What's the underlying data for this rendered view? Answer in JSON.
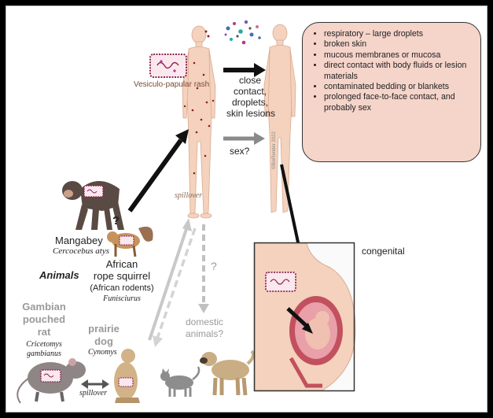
{
  "labels": {
    "close_contact": [
      "close",
      "contact,",
      "droplets,",
      "skin lesions"
    ],
    "sex": "sex?",
    "rash": "Vesiculo-papular rash",
    "spillover_top": "spillover",
    "watermark": "©BioRender 2022",
    "question_top": "?",
    "question_mid": "?",
    "mangabey": "Mangabey",
    "mangabey_sci": "Cercocebus atys",
    "animals": "Animals",
    "african": "African",
    "rope_squirrel": "rope squirrel",
    "african_rodents": "(African rodents)",
    "funisciurus": "Funisciurus",
    "gambian": [
      "Gambian",
      "pouched",
      "rat"
    ],
    "cricetomys": [
      "Cricetomys",
      "gambianus"
    ],
    "prairie": "prairie",
    "dog": "dog",
    "cynomys": "Cynomys",
    "domestic": [
      "domestic",
      "animals?"
    ],
    "spillover_bottom": "spillover",
    "congenital": "congenital"
  },
  "transmission_routes": [
    "respiratory – large droplets",
    "broken skin",
    "mucous membranes or mucosa",
    "direct contact with body fluids or lesion materials",
    "contaminated bedding or blankets",
    "prolonged face-to-face contact, and probably sex"
  ],
  "colors": {
    "skin": "#f4d2bd",
    "box_fill": "#f5d4ca",
    "arrow_black": "#111111",
    "arrow_grey": "#8a8a8a",
    "arrow_light": "#c8c8c8",
    "virus_border": "#8a2752",
    "virus_fill": "#fbe8ee"
  }
}
